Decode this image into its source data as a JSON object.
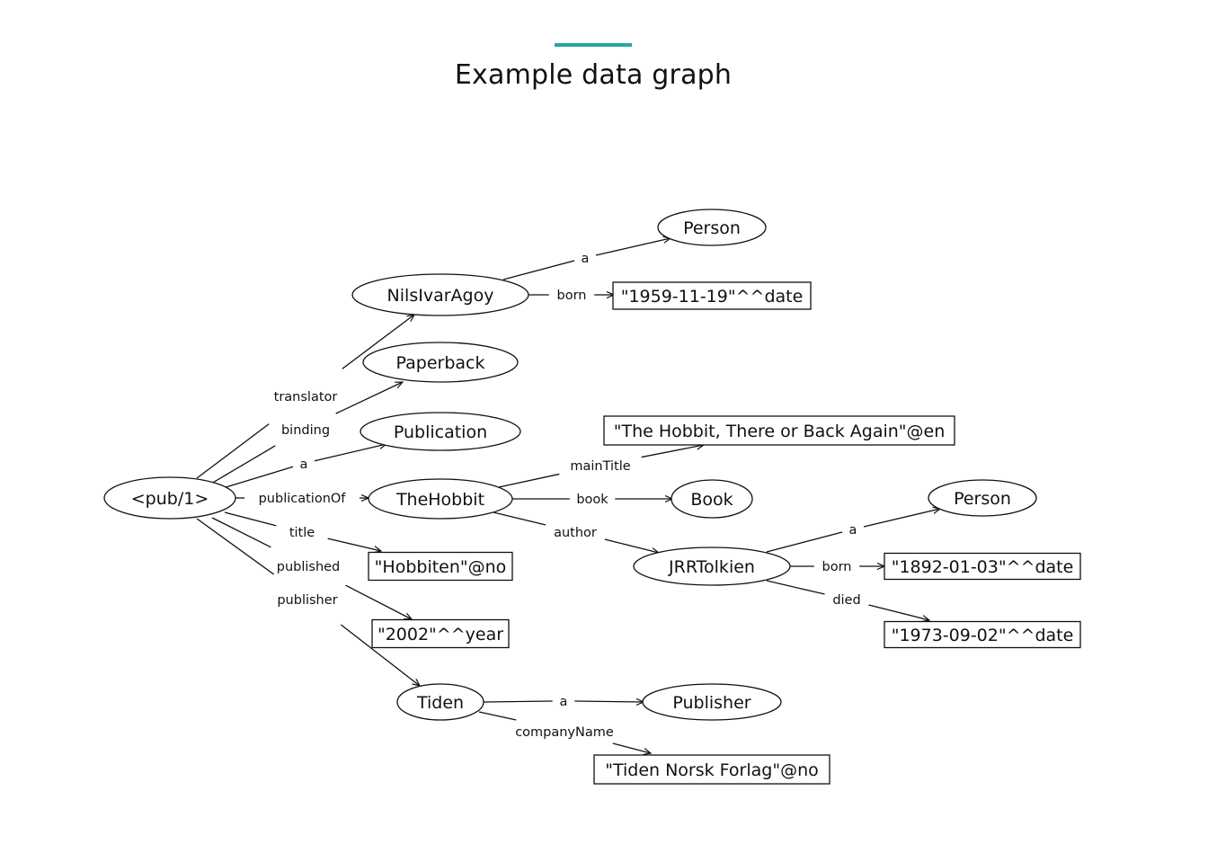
{
  "page": {
    "title": "Example data graph",
    "accent_color": "#2aa6a0"
  },
  "graph": {
    "nodes": [
      {
        "id": "pub1",
        "label": "<pub/1>",
        "shape": "ellipse"
      },
      {
        "id": "nils",
        "label": "NilsIvarAgoy",
        "shape": "ellipse"
      },
      {
        "id": "person1",
        "label": "Person",
        "shape": "ellipse"
      },
      {
        "id": "born1",
        "label": "\"1959-11-19\"^^date",
        "shape": "box"
      },
      {
        "id": "paperback",
        "label": "Paperback",
        "shape": "ellipse"
      },
      {
        "id": "publication",
        "label": "Publication",
        "shape": "ellipse"
      },
      {
        "id": "hobbit",
        "label": "TheHobbit",
        "shape": "ellipse"
      },
      {
        "id": "maintitle",
        "label": "\"The Hobbit, There or Back Again\"@en",
        "shape": "box"
      },
      {
        "id": "book",
        "label": "Book",
        "shape": "ellipse"
      },
      {
        "id": "hobbiten",
        "label": "\"Hobbiten\"@no",
        "shape": "box"
      },
      {
        "id": "jrr",
        "label": "JRRTolkien",
        "shape": "ellipse"
      },
      {
        "id": "person2",
        "label": "Person",
        "shape": "ellipse"
      },
      {
        "id": "born2",
        "label": "\"1892-01-03\"^^date",
        "shape": "box"
      },
      {
        "id": "died2",
        "label": "\"1973-09-02\"^^date",
        "shape": "box"
      },
      {
        "id": "year",
        "label": "\"2002\"^^year",
        "shape": "box"
      },
      {
        "id": "tiden",
        "label": "Tiden",
        "shape": "ellipse"
      },
      {
        "id": "publisher",
        "label": "Publisher",
        "shape": "ellipse"
      },
      {
        "id": "company",
        "label": "\"Tiden Norsk Forlag\"@no",
        "shape": "box"
      }
    ],
    "edges": [
      {
        "from": "pub1",
        "to": "nils",
        "label": "translator"
      },
      {
        "from": "pub1",
        "to": "paperback",
        "label": "binding"
      },
      {
        "from": "pub1",
        "to": "publication",
        "label": "a"
      },
      {
        "from": "pub1",
        "to": "hobbit",
        "label": "publicationOf"
      },
      {
        "from": "pub1",
        "to": "hobbiten",
        "label": "title"
      },
      {
        "from": "pub1",
        "to": "year",
        "label": "published"
      },
      {
        "from": "pub1",
        "to": "tiden",
        "label": "publisher"
      },
      {
        "from": "nils",
        "to": "person1",
        "label": "a"
      },
      {
        "from": "nils",
        "to": "born1",
        "label": "born"
      },
      {
        "from": "hobbit",
        "to": "maintitle",
        "label": "mainTitle"
      },
      {
        "from": "hobbit",
        "to": "book",
        "label": "book"
      },
      {
        "from": "hobbit",
        "to": "jrr",
        "label": "author"
      },
      {
        "from": "jrr",
        "to": "person2",
        "label": "a"
      },
      {
        "from": "jrr",
        "to": "born2",
        "label": "born"
      },
      {
        "from": "jrr",
        "to": "died2",
        "label": "died"
      },
      {
        "from": "tiden",
        "to": "publisher",
        "label": "a"
      },
      {
        "from": "tiden",
        "to": "company",
        "label": "companyName"
      }
    ]
  }
}
